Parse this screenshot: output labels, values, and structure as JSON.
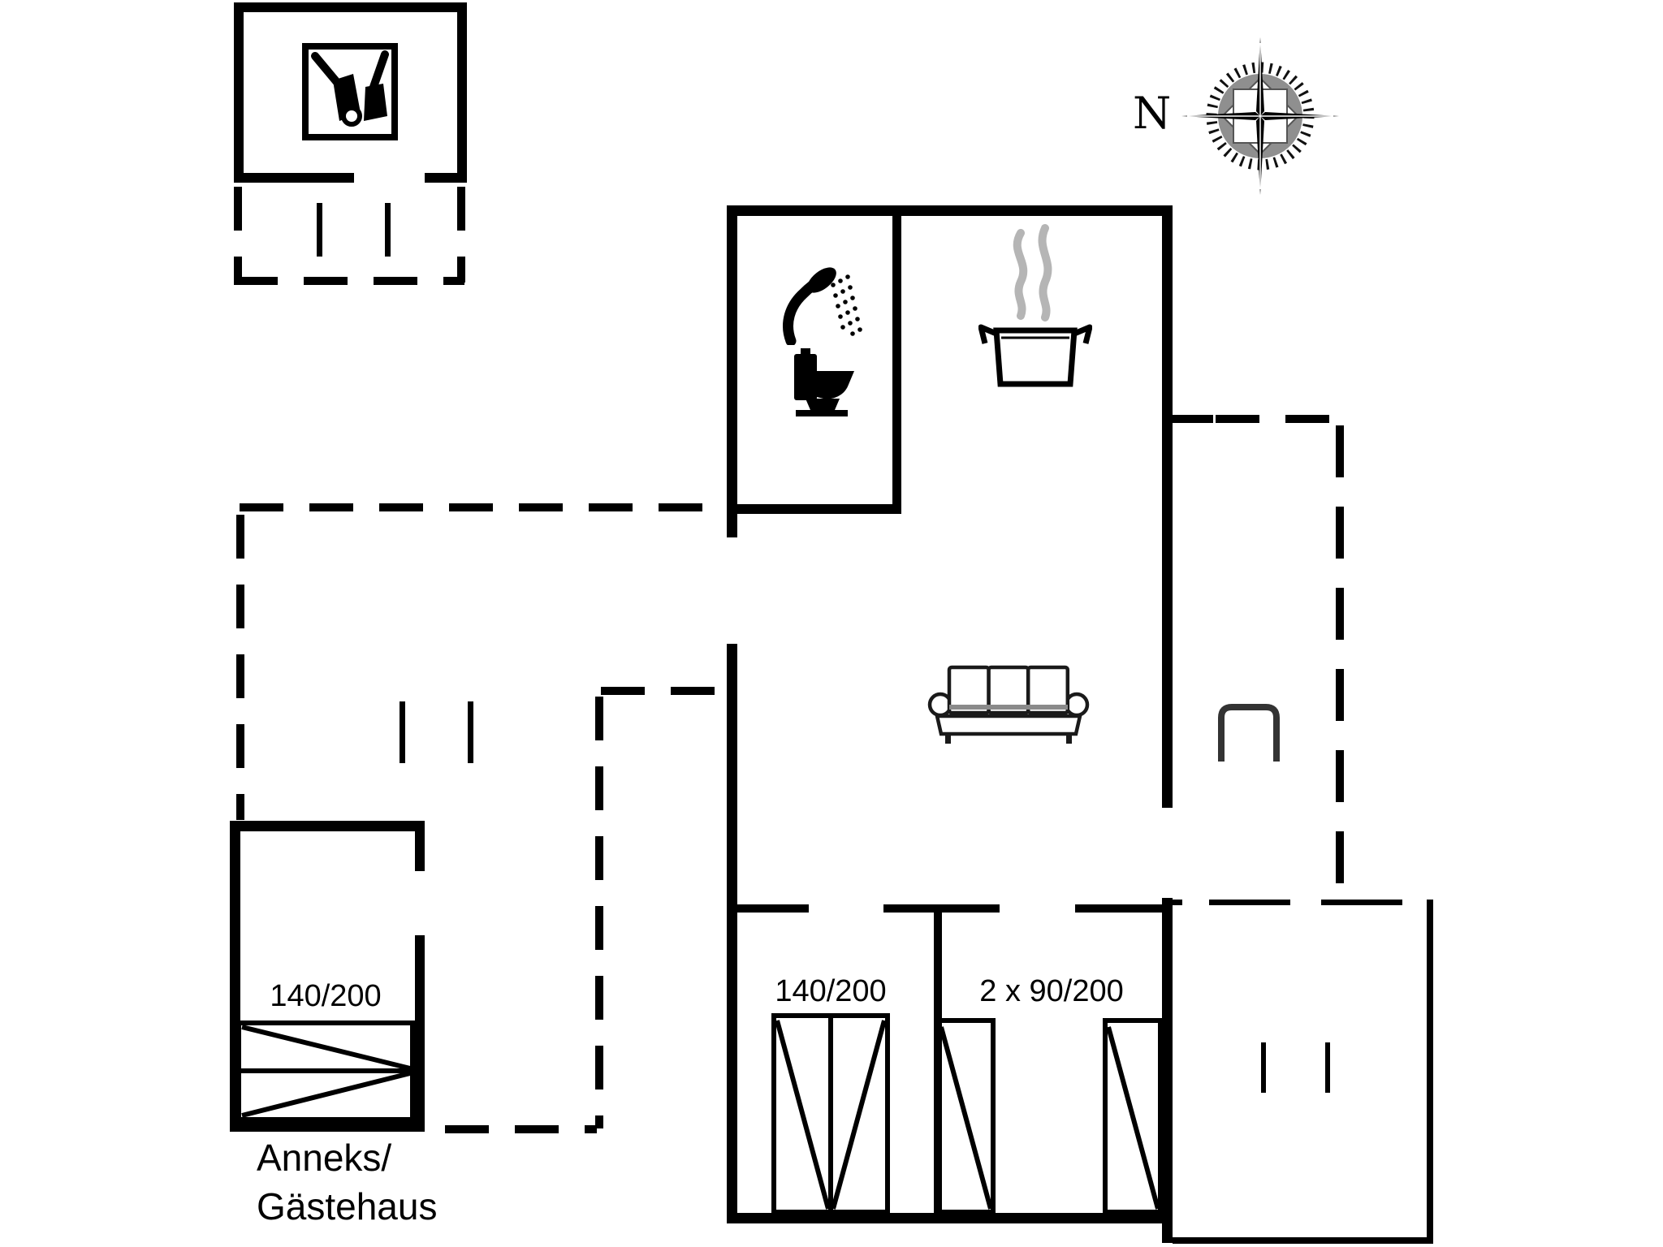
{
  "page": {
    "background": "#ffffff",
    "type": "floor-plan"
  },
  "compass": {
    "north_label": "N"
  },
  "grill_hut": {
    "icon": "grill-tools-icon"
  },
  "main_house": {
    "bathroom_icons": [
      "shower-icon",
      "toilet-icon"
    ],
    "kitchen_icon": "cooking-pot-icon",
    "living_room_icon": "sofa-icon",
    "right_terrace_icon": "chair-icon"
  },
  "bedrooms": {
    "double_bed_label": "140/200",
    "twin_beds_label": "2 x 90/200"
  },
  "annex": {
    "bed_label": "140/200",
    "name_line1": "Anneks/",
    "name_line2": "Gästehaus"
  },
  "colors": {
    "wall": "#000000",
    "steam": "#b5b5b5",
    "icon_stroke": "#1a1a1a",
    "background": "#ffffff"
  }
}
